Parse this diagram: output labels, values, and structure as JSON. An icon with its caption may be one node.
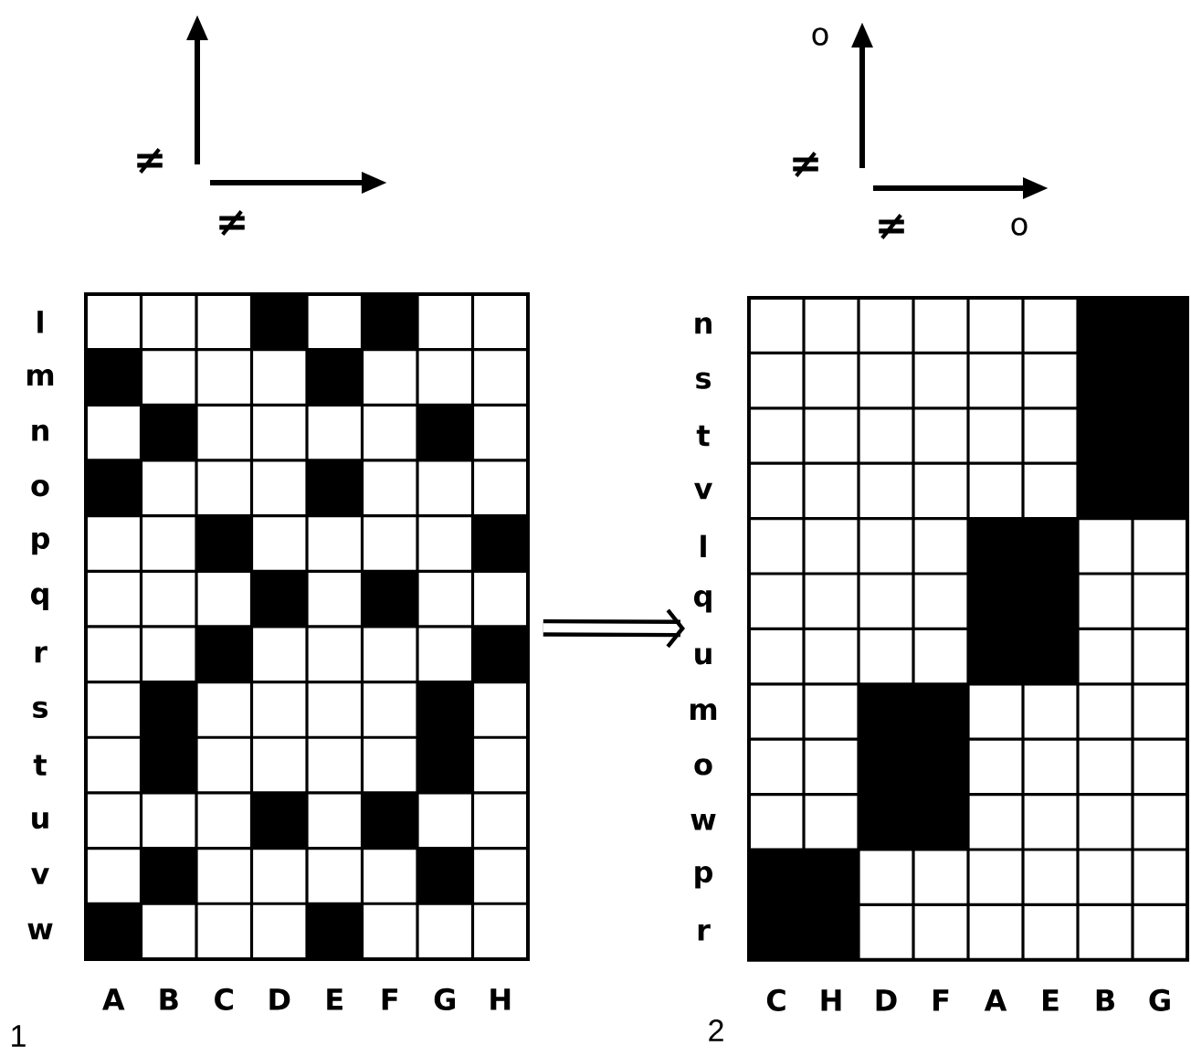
{
  "diagram": {
    "nodes": [
      {
        "text": [],
        "shape": "grid",
        "beside": [
          "l",
          "m",
          "n",
          "o",
          "p",
          "q",
          "r",
          "s",
          "t",
          "u",
          "v",
          "w",
          "A",
          "B",
          "C",
          "D",
          "E",
          "F",
          "G",
          "H"
        ]
      },
      {
        "text": [],
        "shape": "grid",
        "beside": [
          "n",
          "s",
          "t",
          "v",
          "l",
          "q",
          "u",
          "m",
          "o",
          "w",
          "p",
          "r",
          "C",
          "H",
          "D",
          "F",
          "A",
          "E",
          "B",
          "G"
        ]
      }
    ],
    "edges": [
      {
        "from": 0,
        "to": 1,
        "arrow": "to"
      }
    ],
    "labels": [
      "≠",
      "≠",
      "o",
      "≠",
      "≠",
      "o",
      "1",
      "2"
    ]
  }
}
